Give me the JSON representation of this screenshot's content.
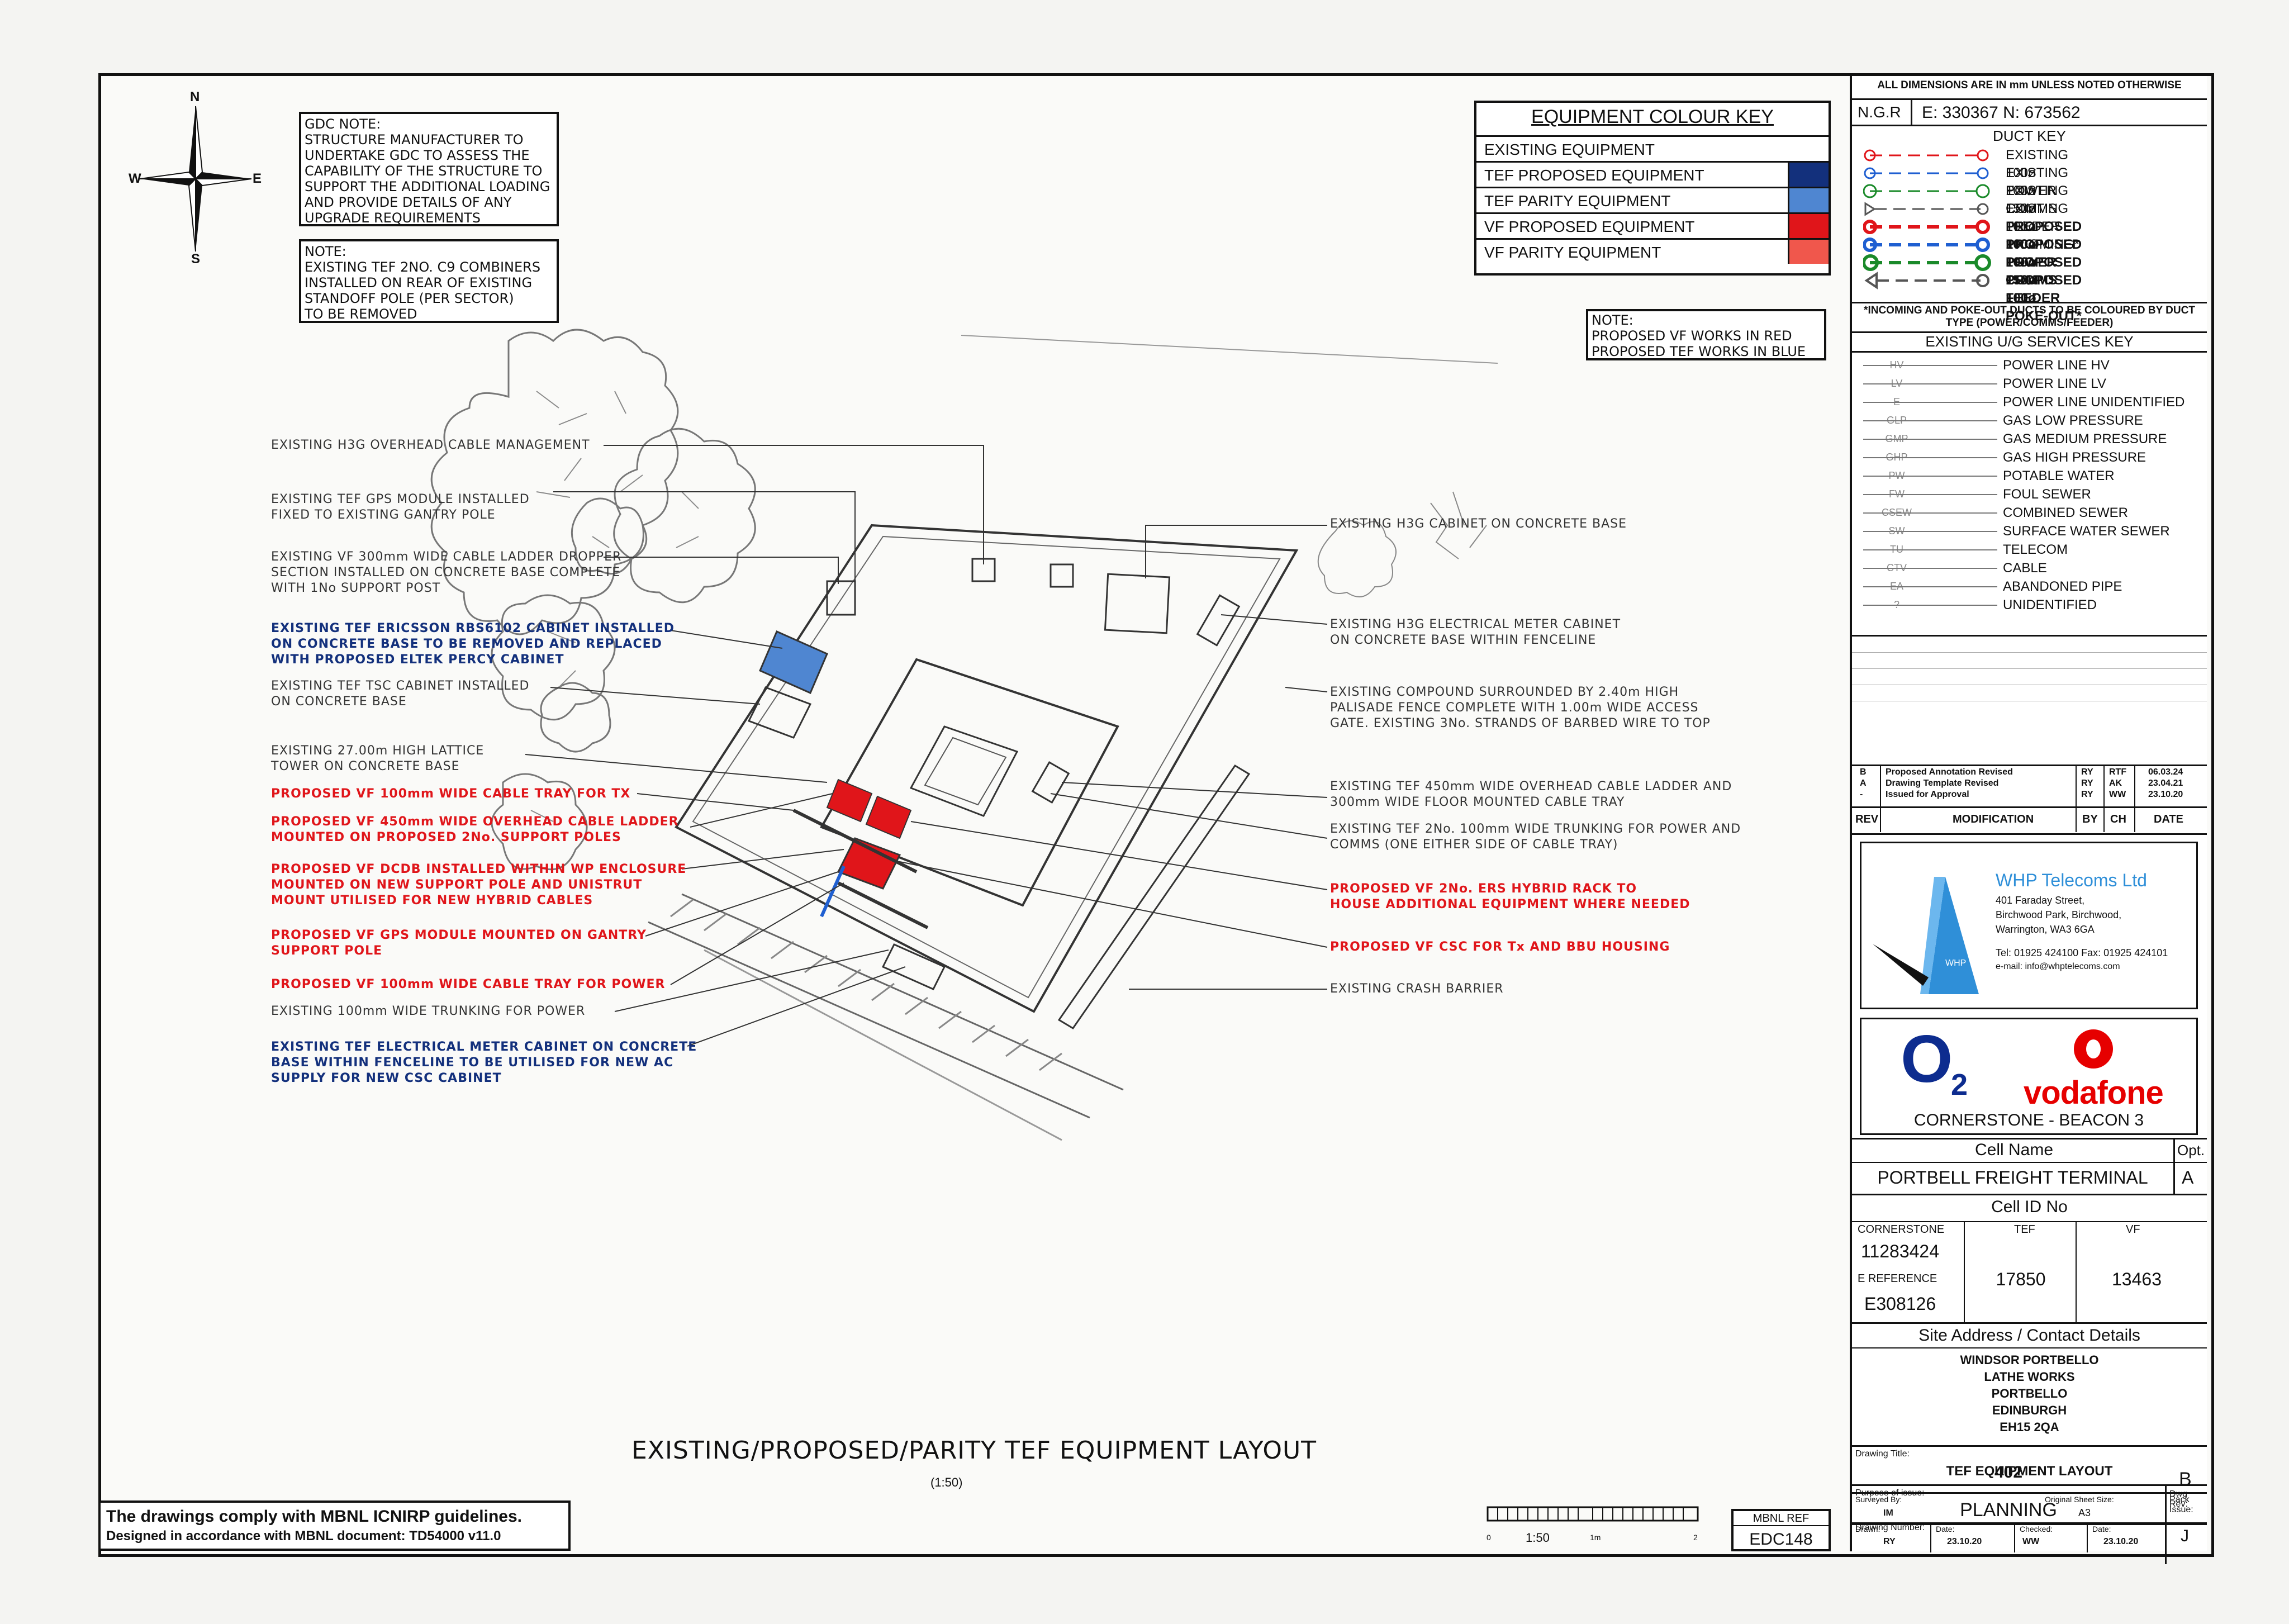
{
  "gdc_note": {
    "title": "GDC NOTE:",
    "lines": [
      "STRUCTURE MANUFACTURER TO",
      "UNDERTAKE GDC TO ASSESS THE",
      "CAPABILITY OF THE STRUCTURE TO",
      "SUPPORT THE ADDITIONAL LOADING",
      "AND PROVIDE DETAILS OF ANY",
      "UPGRADE REQUIREMENTS"
    ]
  },
  "note2": {
    "title": "NOTE:",
    "lines": [
      "EXISTING TEF 2No. C9 COMBINERS",
      "INSTALLED ON REAR OF EXISTING",
      "STANDOFF POLE (PER SECTOR)",
      "TO BE REMOVED"
    ]
  },
  "note3": {
    "title": "NOTE:",
    "lines": [
      "PROPOSED VF WORKS IN RED",
      "PROPOSED TEF WORKS IN BLUE"
    ]
  },
  "compass": {
    "n": "N",
    "s": "S",
    "e": "E",
    "w": "W"
  },
  "colour_key": {
    "title": "EQUIPMENT COLOUR KEY",
    "items": [
      {
        "label": "EXISTING EQUIPMENT",
        "color": "#ffffff"
      },
      {
        "label": "TEF PROPOSED EQUIPMENT",
        "color": "#13307c"
      },
      {
        "label": "TEF PARITY EQUIPMENT",
        "color": "#4f86d1"
      },
      {
        "label": "VF PROPOSED EQUIPMENT",
        "color": "#e0151a"
      },
      {
        "label": "VF PARITY EQUIPMENT",
        "color": "#f0574c"
      }
    ]
  },
  "labels_left": [
    {
      "text": "EXISTING H3G OVERHEAD CABLE MANAGEMENT",
      "style": "grey"
    },
    {
      "text": "EXISTING TEF GPS MODULE INSTALLED\nFIXED TO EXISTING GANTRY POLE",
      "style": "grey"
    },
    {
      "text": "EXISTING VF 300mm WIDE CABLE LADDER DROPPER\nSECTION INSTALLED ON CONCRETE BASE COMPLETE\nWITH 1No SUPPORT POST",
      "style": "grey"
    },
    {
      "text": "EXISTING TEF ERICSSON RBS6102 CABINET INSTALLED\nON CONCRETE BASE TO BE REMOVED AND REPLACED\nWITH PROPOSED ELTEK PERCY CABINET",
      "style": "blue"
    },
    {
      "text": "EXISTING TEF TSC CABINET INSTALLED\nON CONCRETE BASE",
      "style": "grey"
    },
    {
      "text": "EXISTING 27.00m HIGH LATTICE\nTOWER ON CONCRETE BASE",
      "style": "grey"
    },
    {
      "text": "PROPOSED VF 100mm WIDE CABLE TRAY FOR TX",
      "style": "red"
    },
    {
      "text": "PROPOSED VF 450mm WIDE OVERHEAD CABLE LADDER\nMOUNTED ON PROPOSED 2No. SUPPORT POLES",
      "style": "red"
    },
    {
      "text": "PROPOSED VF DCDB INSTALLED WITHIN WP ENCLOSURE\nMOUNTED ON NEW SUPPORT POLE AND UNISTRUT\nMOUNT UTILISED FOR NEW HYBRID CABLES",
      "style": "red"
    },
    {
      "text": "PROPOSED VF GPS MODULE MOUNTED ON GANTRY\nSUPPORT POLE",
      "style": "red"
    },
    {
      "text": "PROPOSED VF 100mm WIDE CABLE TRAY FOR POWER",
      "style": "red"
    },
    {
      "text": "EXISTING 100mm WIDE TRUNKING FOR POWER",
      "style": "grey"
    },
    {
      "text": "EXISTING TEF ELECTRICAL METER CABINET ON CONCRETE\nBASE WITHIN FENCELINE TO BE UTILISED FOR NEW AC\nSUPPLY FOR NEW CSC CABINET",
      "style": "blue"
    }
  ],
  "labels_right": [
    {
      "text": "EXISTING H3G CABINET ON CONCRETE BASE",
      "style": "grey"
    },
    {
      "text": "EXISTING H3G ELECTRICAL METER CABINET\nON CONCRETE BASE WITHIN FENCELINE",
      "style": "grey"
    },
    {
      "text": "EXISTING COMPOUND SURROUNDED BY 2.40m HIGH\nPALISADE FENCE COMPLETE WITH 1.00m WIDE ACCESS\nGATE. EXISTING 3No. STRANDS OF BARBED WIRE TO TOP",
      "style": "grey"
    },
    {
      "text": "EXISTING TEF 450mm WIDE OVERHEAD CABLE LADDER AND\n300mm WIDE FLOOR MOUNTED CABLE TRAY",
      "style": "grey"
    },
    {
      "text": "EXISTING TEF 2No. 100mm WIDE TRUNKING FOR POWER AND\nCOMMS (ONE EITHER SIDE OF CABLE TRAY)",
      "style": "grey"
    },
    {
      "text": "PROPOSED VF 2No. ERS HYBRID RACK TO\nHOUSE ADDITIONAL EQUIPMENT WHERE NEEDED",
      "style": "red"
    },
    {
      "text": "PROPOSED VF CSC FOR Tx AND BBU HOUSING",
      "style": "red"
    },
    {
      "text": "EXISTING CRASH BARRIER",
      "style": "grey"
    }
  ],
  "drawing_title": "EXISTING/PROPOSED/PARITY TEF EQUIPMENT LAYOUT",
  "drawing_scale": "(1:50)",
  "compliance": {
    "line1": "The drawings comply with MBNL ICNIRP guidelines.",
    "line2": "Designed in accordance with MBNL document: TD54000 v11.0"
  },
  "scale_bar": {
    "zero": "0",
    "ratio": "1:50",
    "one": "1m",
    "two": "2"
  },
  "mbnl_ref": {
    "label": "MBNL REF",
    "value": "EDC148"
  },
  "titleblock": {
    "dims_note": "ALL DIMENSIONS ARE IN mm UNLESS NOTED OTHERWISE",
    "ngr_label": "N.G.R",
    "ngr_value": "E: 330367  N: 673562",
    "duct_key_title": "DUCT KEY",
    "ducts": [
      {
        "label": "EXISTING  100ø  POWER",
        "color": "#e0151a",
        "bold": false
      },
      {
        "label": "EXISTING  100ø  COMMS",
        "color": "#1f5fd1",
        "bold": false
      },
      {
        "label": "EXISTING  150ø  FEEDER",
        "color": "#1a8a2a",
        "bold": false
      },
      {
        "label": "EXISTING  100ø  INCOMING*",
        "color": "#555555",
        "bold": false
      },
      {
        "label": "PROPOSED  100ø  POWER",
        "color": "#e0151a",
        "bold": true
      },
      {
        "label": "PROPOSED  100ø  COMMS",
        "color": "#1f5fd1",
        "bold": true
      },
      {
        "label": "PROPOSED  150ø  FEEDER",
        "color": "#1a8a2a",
        "bold": true
      },
      {
        "label": "PROPOSED  100ø  POKE-OUT*",
        "color": "#555555",
        "bold": true
      }
    ],
    "duct_footnote": "*INCOMING AND POKE-OUT DUCTS TO BE COLOURED BY DUCT TYPE (POWER/COMMS/FEEDER)",
    "services_title": "EXISTING U/G SERVICES KEY",
    "services": [
      {
        "code": "HV",
        "name": "POWER LINE HV"
      },
      {
        "code": "LV",
        "name": "POWER LINE LV"
      },
      {
        "code": "E",
        "name": "POWER LINE UNIDENTIFIED"
      },
      {
        "code": "GLP",
        "name": "GAS LOW PRESSURE"
      },
      {
        "code": "GMP",
        "name": "GAS MEDIUM PRESSURE"
      },
      {
        "code": "GHP",
        "name": "GAS HIGH PRESSURE"
      },
      {
        "code": "PW",
        "name": "POTABLE WATER"
      },
      {
        "code": "FW",
        "name": "FOUL SEWER"
      },
      {
        "code": "CSEW",
        "name": "COMBINED SEWER"
      },
      {
        "code": "SW",
        "name": "SURFACE WATER SEWER"
      },
      {
        "code": "TU",
        "name": "TELECOM"
      },
      {
        "code": "CTV",
        "name": "CABLE"
      },
      {
        "code": "EA",
        "name": "ABANDONED PIPE"
      },
      {
        "code": "?",
        "name": "UNIDENTIFIED"
      }
    ],
    "revisions": [
      {
        "rev": "B",
        "mod": "Proposed Annotation Revised",
        "by": "RY",
        "ch": "RTF",
        "date": "06.03.24"
      },
      {
        "rev": "A",
        "mod": "Drawing Template Revised",
        "by": "RY",
        "ch": "AK",
        "date": "23.04.21"
      },
      {
        "rev": "-",
        "mod": "Issued for Approval",
        "by": "RY",
        "ch": "WW",
        "date": "23.10.20"
      }
    ],
    "rev_headers": {
      "rev": "REV",
      "mod": "MODIFICATION",
      "by": "BY",
      "ch": "CH",
      "date": "DATE"
    },
    "company": {
      "name": "WHP Telecoms Ltd",
      "addr1": "401 Faraday Street,",
      "addr2": "Birchwood Park, Birchwood,",
      "addr3": "Warrington, WA3 6GA",
      "tel": "Tel: 01925 424100  Fax: 01925 424101",
      "email": "e-mail: info@whptelecoms.com",
      "logo_text": "WHP",
      "brand_color": "#2f8fd8"
    },
    "clients": {
      "o2": "O",
      "o2_sub": "2",
      "vodafone": "vodafone",
      "caption": "CORNERSTONE - BEACON 3",
      "o2_color": "#0d2c8f",
      "vf_color": "#e60000"
    },
    "cell_name_label": "Cell Name",
    "opt_label": "Opt.",
    "cell_name": "PORTBELL FREIGHT TERMINAL",
    "opt": "A",
    "cell_id_label": "Cell ID No",
    "cornerstone_label": "CORNERSTONE",
    "cornerstone": "11283424",
    "tef_label": "TEF",
    "tef": "17850",
    "vf_label": "VF",
    "vf": "13463",
    "eref_label": "E REFERENCE",
    "eref": "E308126",
    "address_label": "Site Address / Contact Details",
    "address": [
      "WINDSOR PORTBELLO",
      "LATHE WORKS",
      "PORTBELLO",
      "EDINBURGH",
      "EH15 2QA"
    ],
    "drawing_title_label": "Drawing Title:",
    "drawing_title": "TEF EQUIPMENT LAYOUT",
    "purpose_label": "Purpose of issue:",
    "purpose": "PLANNING",
    "dwg_rev_label": "Dwg\nRev:",
    "dwg_rev": "B",
    "drawing_number_label": "Drawing Number:",
    "drawing_number": "402",
    "surveyed_label": "Surveyed By:",
    "surveyed": "IM",
    "sheet_size_label": "Original Sheet Size:",
    "sheet_size": "A3",
    "pack_label": "Pack\nIssue:",
    "pack": "J",
    "drawn_label": "Drawn:",
    "drawn": "RY",
    "date_label": "Date:",
    "drawn_date": "23.10.20",
    "checked_label": "Checked:",
    "checked": "WW",
    "checked_date": "23.10.20"
  }
}
